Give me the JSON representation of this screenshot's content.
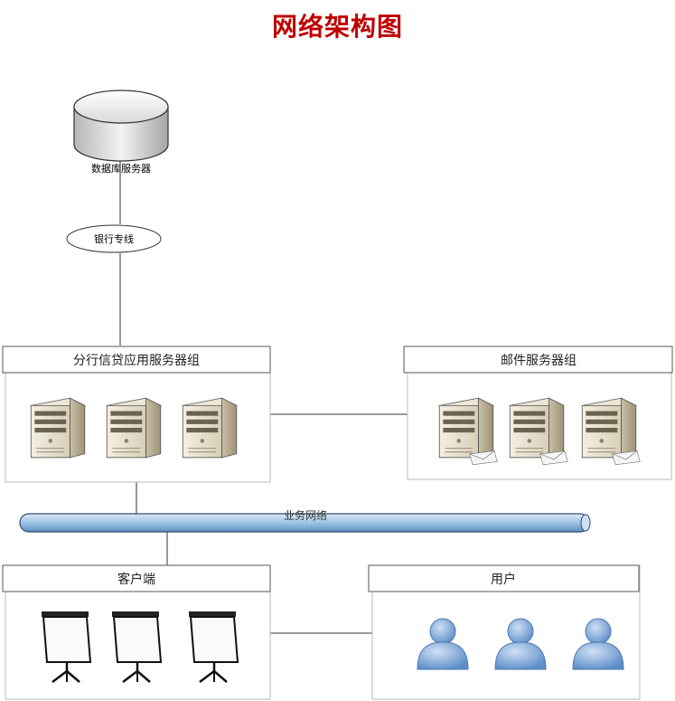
{
  "title": "网络架构图",
  "nodes": {
    "db_server": "数据库服务器",
    "bank_line": "银行专线",
    "app_group": "分行信贷应用服务器组",
    "mail_group": "邮件服务器组",
    "business_network": "业务网络",
    "client": "客户端",
    "user": "用户"
  },
  "colors": {
    "title": "#c00000",
    "network_bus": "#9cc3e6",
    "user_icon": "#7aa6d6"
  }
}
